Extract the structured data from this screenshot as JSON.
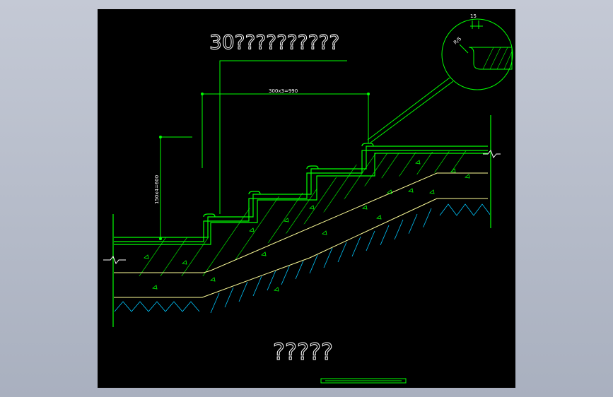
{
  "drawing": {
    "title": "30??????????",
    "caption": "?????",
    "dim_tread": "300x3=990",
    "dim_riser": "150x4=600",
    "detail_dim_top": "15",
    "detail_radius": "R/5",
    "colors": {
      "background": "#000000",
      "outline": "#00ff00",
      "hatch": "#00c800",
      "fill_line": "#ffff99",
      "soil": "#00c8ff",
      "text": "#ffffff"
    }
  }
}
